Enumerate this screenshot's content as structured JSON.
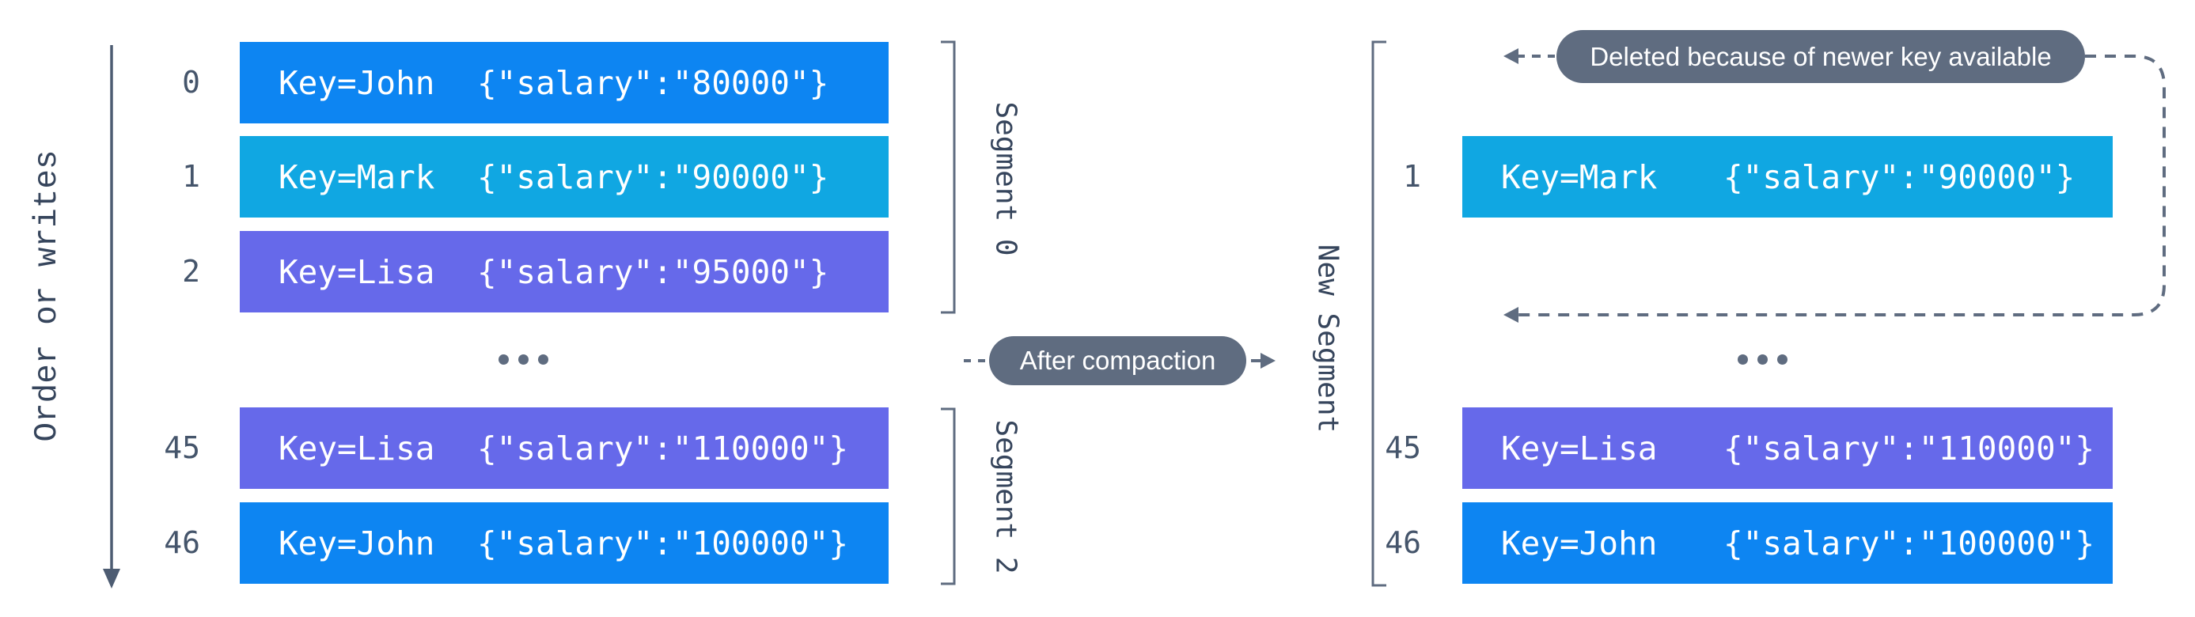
{
  "left": {
    "axis_label": "Order or writes",
    "rows": [
      {
        "index": "0",
        "key": "Key=John",
        "value": "{\"salary\":\"80000\"}",
        "color": "blue"
      },
      {
        "index": "1",
        "key": "Key=Mark",
        "value": "{\"salary\":\"90000\"}",
        "color": "cyan"
      },
      {
        "index": "2",
        "key": "Key=Lisa",
        "value": "{\"salary\":\"95000\"}",
        "color": "purple"
      },
      {
        "index": "45",
        "key": "Key=Lisa",
        "value": "{\"salary\":\"110000\"}",
        "color": "purple"
      },
      {
        "index": "46",
        "key": "Key=John",
        "value": "{\"salary\":\"100000\"}",
        "color": "blue"
      }
    ],
    "segment_labels": [
      "Segment 0",
      "Segment 2"
    ]
  },
  "middle": {
    "compaction_label": "After compaction"
  },
  "right": {
    "segment_label": "New Segment",
    "deleted_note": "Deleted because of newer key available",
    "rows": [
      {
        "index": "1",
        "key": "Key=Mark",
        "value": "{\"salary\":\"90000\"}",
        "color": "cyan"
      },
      {
        "index": "45",
        "key": "Key=Lisa",
        "value": "{\"salary\":\"110000\"}",
        "color": "purple"
      },
      {
        "index": "46",
        "key": "Key=John",
        "value": "{\"salary\":\"100000\"}",
        "color": "blue"
      }
    ]
  },
  "colors": {
    "record_blue": "#0d85f2",
    "record_cyan": "#10a7e2",
    "record_purple": "#6669ea",
    "slate": "#5f6c80",
    "label_text": "#36455c",
    "index_text": "#45556b"
  }
}
